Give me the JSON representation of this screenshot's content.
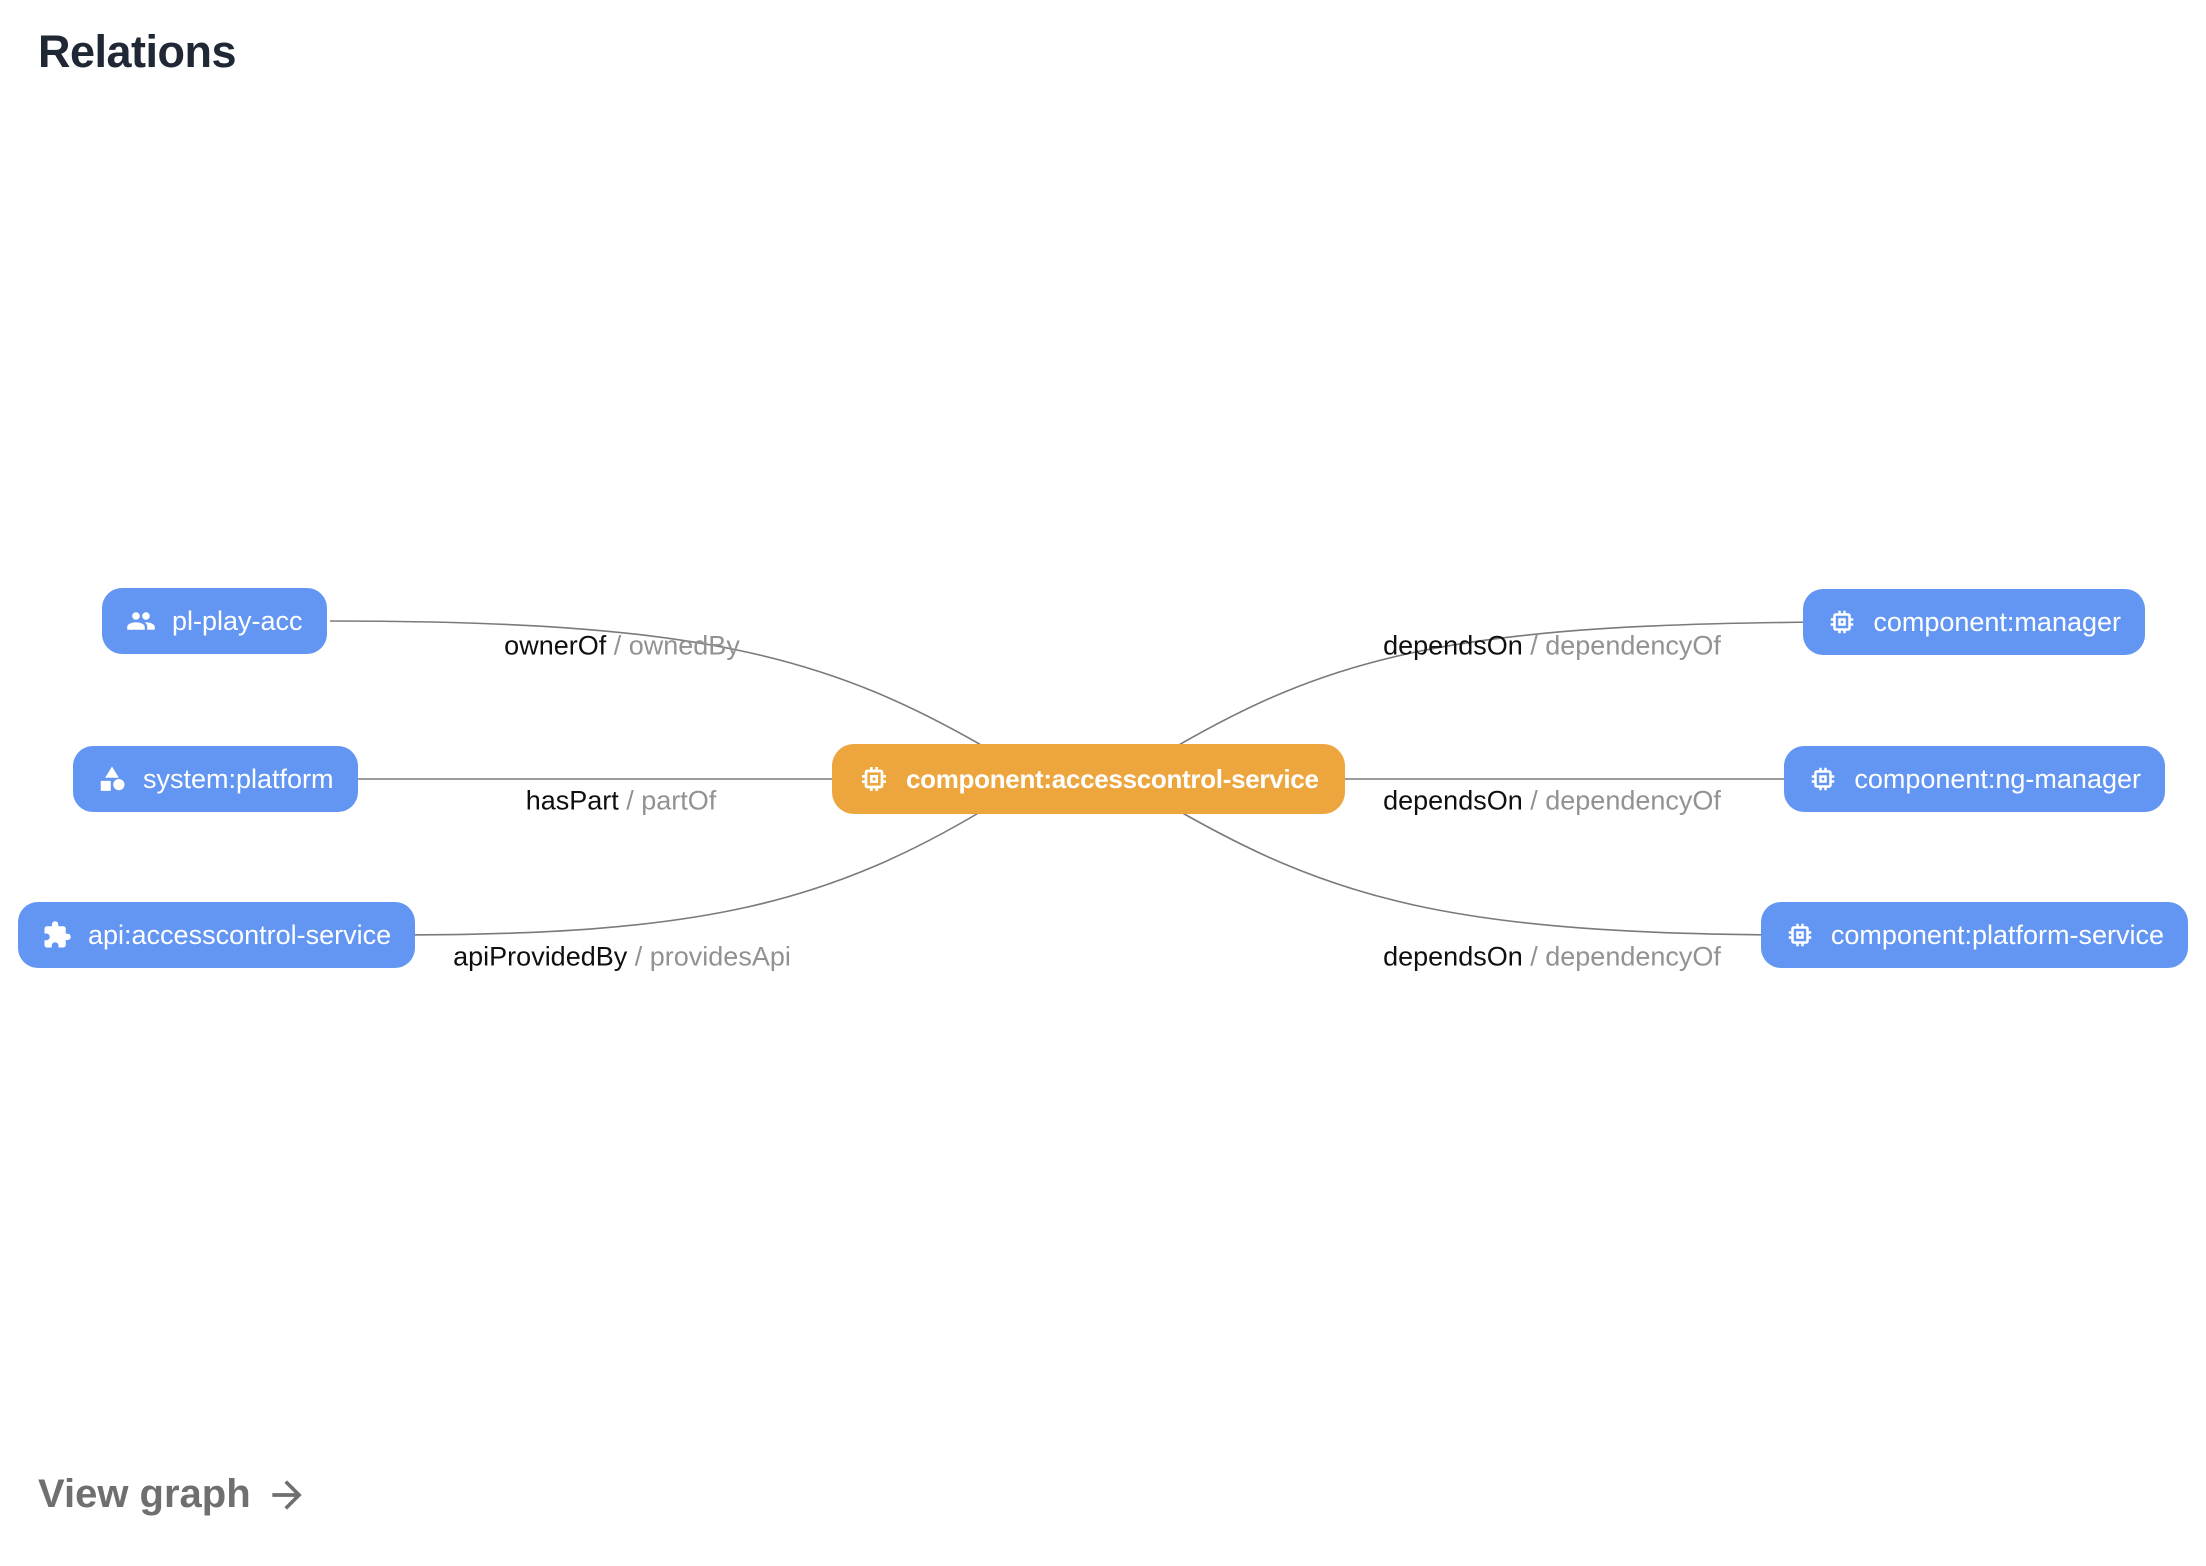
{
  "header": {
    "title": "Relations"
  },
  "footer": {
    "view_graph_label": "View graph"
  },
  "colors": {
    "primary_node": "#eda63e",
    "secondary_node": "#6396f2",
    "edge_line": "#7a7a7a",
    "edge_label_primary": "#0f0f0f",
    "edge_label_secondary": "#929292",
    "title_text": "#212835",
    "link_text": "#6f6f6f"
  },
  "graph": {
    "center_node": {
      "label": "component:accesscontrol-service",
      "icon": "memory-chip-icon"
    },
    "left_nodes": [
      {
        "label": "pl-play-acc",
        "icon": "group-icon"
      },
      {
        "label": "system:platform",
        "icon": "category-icon"
      },
      {
        "label": "api:accesscontrol-service",
        "icon": "extension-puzzle-icon"
      }
    ],
    "right_nodes": [
      {
        "label": "component:manager",
        "icon": "memory-chip-icon"
      },
      {
        "label": "component:ng-manager",
        "icon": "memory-chip-icon"
      },
      {
        "label": "component:platform-service",
        "icon": "memory-chip-icon"
      }
    ],
    "edge_labels": [
      {
        "primary": "ownerOf",
        "secondary": "/ ownedBy"
      },
      {
        "primary": "hasPart",
        "secondary": "/ partOf"
      },
      {
        "primary": "apiProvidedBy",
        "secondary": "/ providesApi"
      },
      {
        "primary": "dependsOn",
        "secondary": "/ dependencyOf"
      },
      {
        "primary": "dependsOn",
        "secondary": "/ dependencyOf"
      },
      {
        "primary": "dependsOn",
        "secondary": "/ dependencyOf"
      }
    ]
  }
}
